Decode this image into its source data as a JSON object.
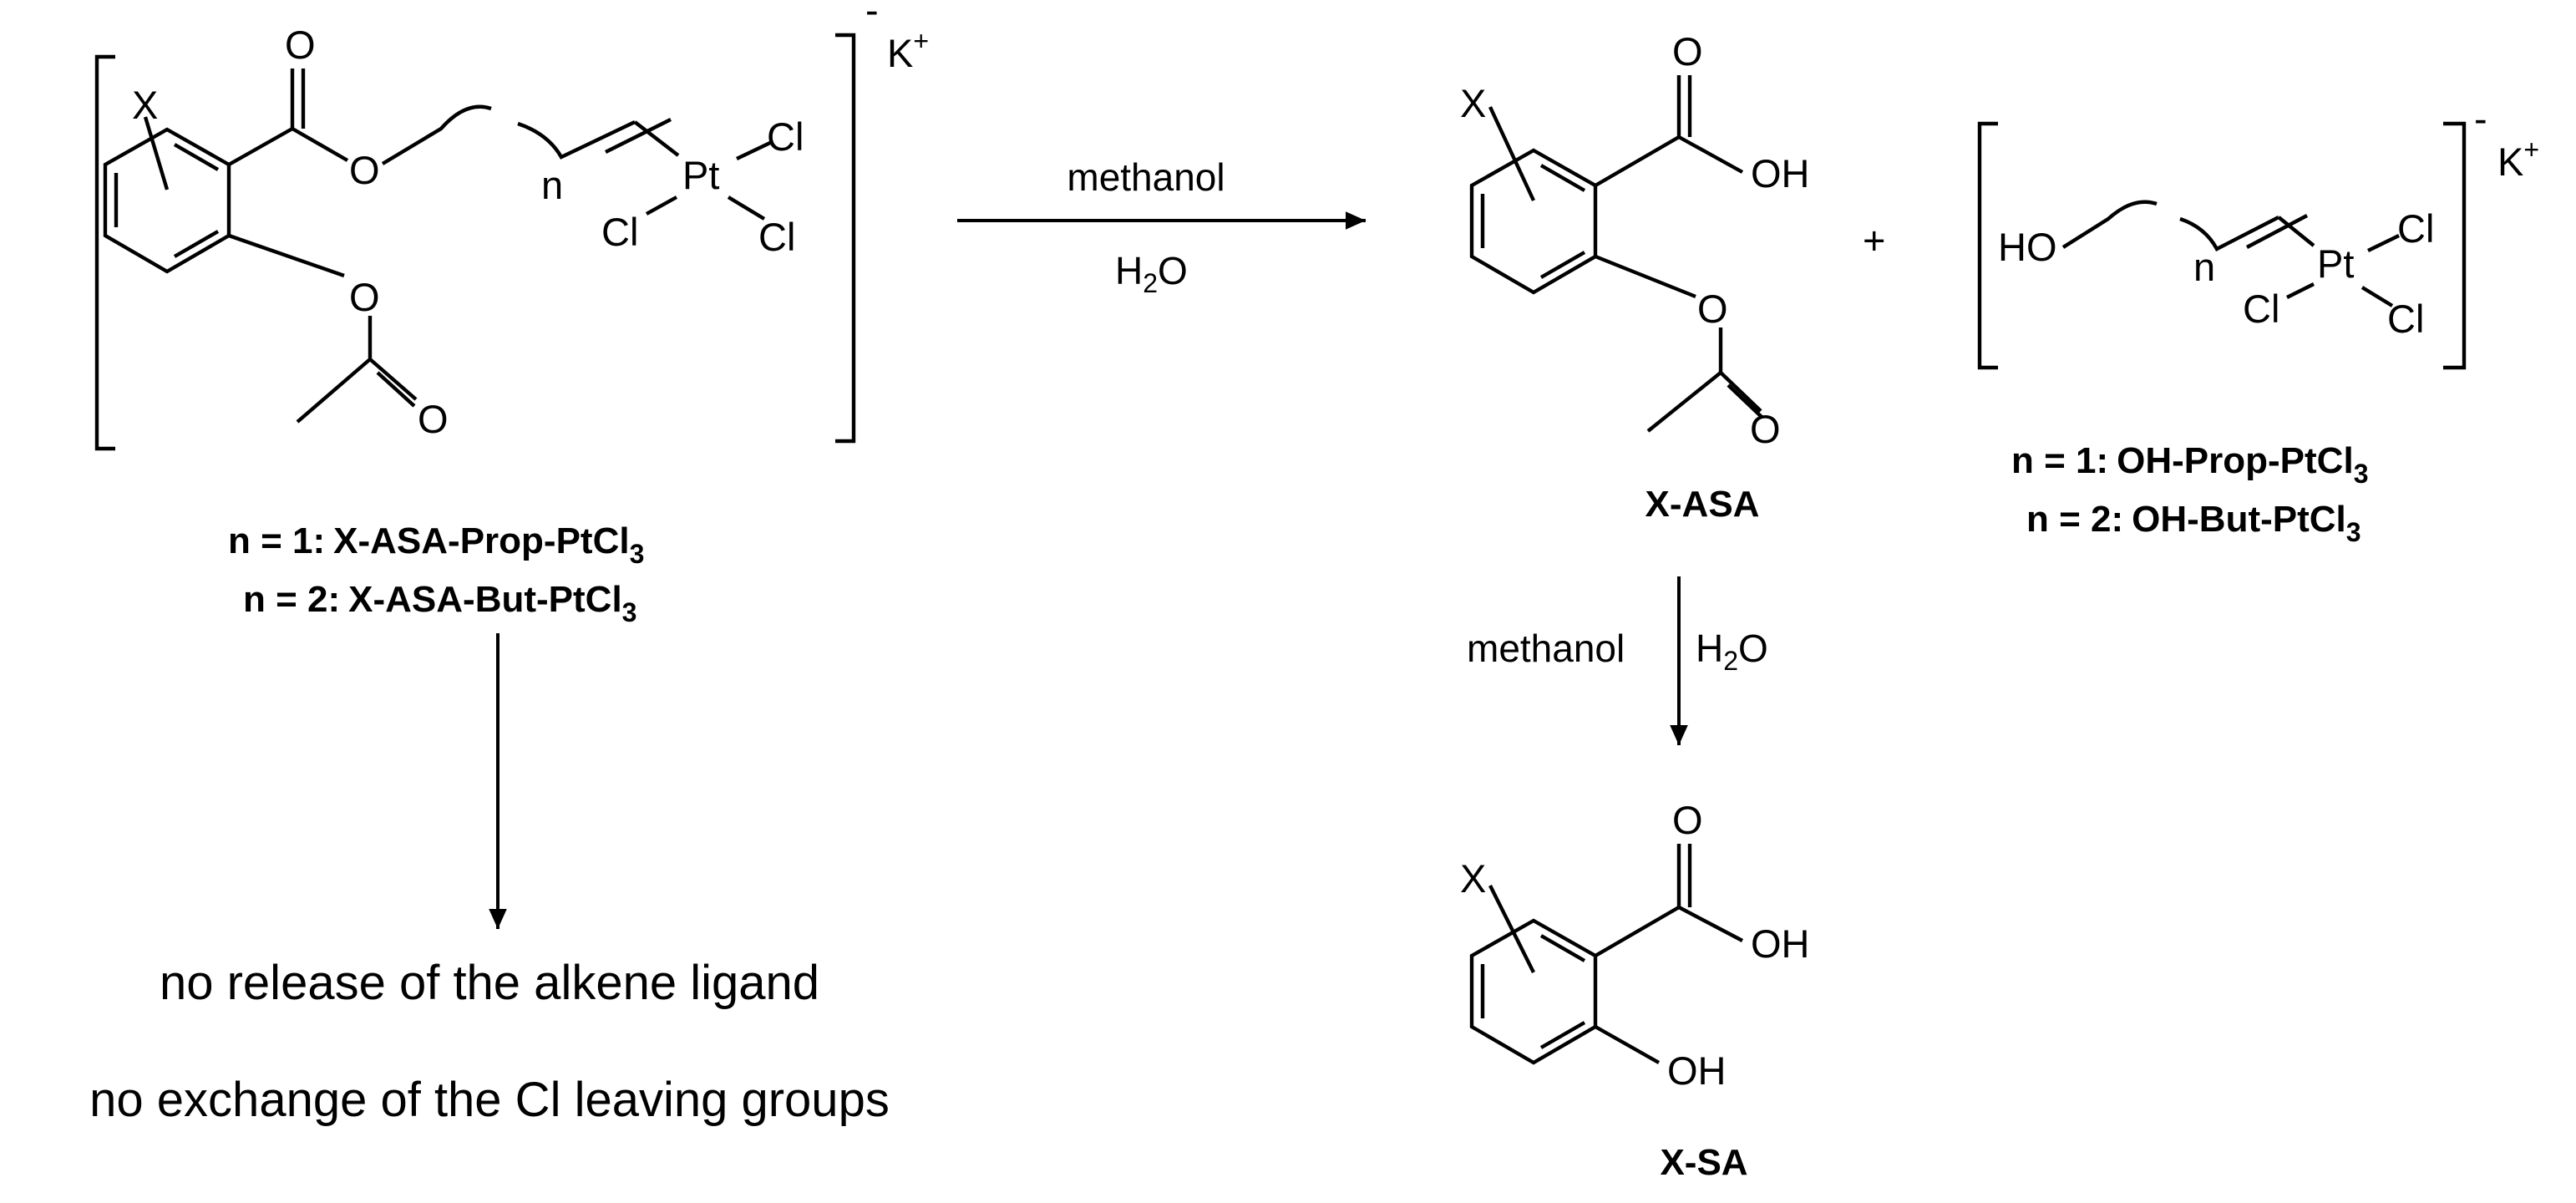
{
  "atoms": {
    "X": "X",
    "O": "O",
    "OH": "OH",
    "HO": "HO",
    "Cl": "Cl",
    "Pt": "Pt",
    "n": "n",
    "K_plus": "K",
    "plus_superscript": "+",
    "minus_superscript": "-",
    "plus_sign": "+"
  },
  "reaction_1": {
    "reagent_top": "methanol",
    "reagent_bottom_base": "H",
    "reagent_bottom_sub": "2",
    "reagent_bottom_tail": "O"
  },
  "reaction_2": {
    "reagent_left": "methanol",
    "reagent_right_base": "H",
    "reagent_right_sub": "2",
    "reagent_right_tail": "O"
  },
  "starting_material": {
    "captions": [
      {
        "prefix": "n = 1:",
        "name": "X-ASA-Prop-PtCl",
        "sub": "3"
      },
      {
        "prefix": "n = 2:",
        "name": "X-ASA-But-PtCl",
        "sub": "3"
      }
    ]
  },
  "product_asa": {
    "caption": "X-ASA"
  },
  "product_pt": {
    "captions": [
      {
        "prefix": "n = 1:",
        "name": "OH-Prop-PtCl",
        "sub": "3"
      },
      {
        "prefix": "n = 2:",
        "name": "OH-But-PtCl",
        "sub": "3"
      }
    ]
  },
  "product_sa": {
    "caption": "X-SA"
  },
  "outcome_notes": [
    "no release of the alkene ligand",
    "no exchange of the Cl leaving groups"
  ]
}
